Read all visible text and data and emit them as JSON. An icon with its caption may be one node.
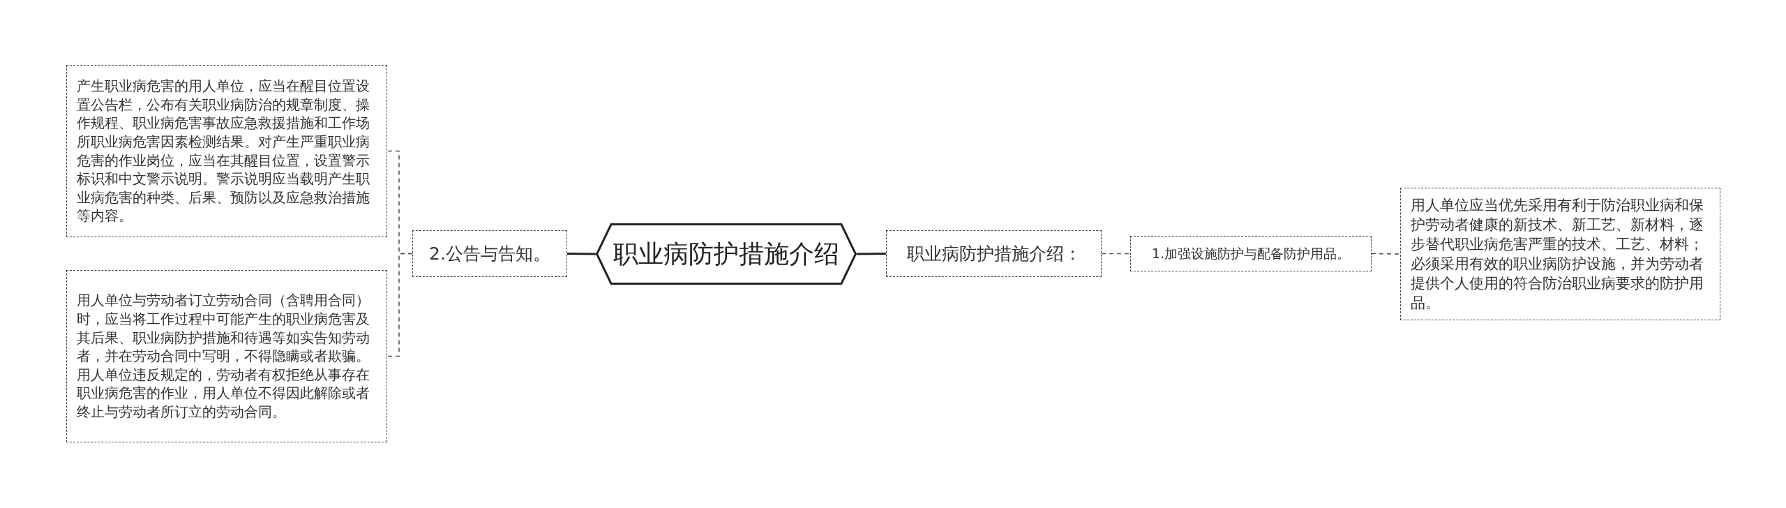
{
  "diagram": {
    "nodes": [
      {
        "text": [
          "职业病防护措施介绍"
        ]
      },
      {
        "text": [
          "2.公告与告知。"
        ]
      },
      {
        "text": [
          "产生职业病危害的用人单位，应当在醒目位置设置公告栏，公布有关职业病防治的规章制度、操作规程、职业病危害事故应急救援措施和工作场所职业病危害因素检测结果。对产生严重职业病危害的作业岗位，应当在其醒目位置，设置警示标识和中文警示说明。警示说明应当载明产生职业病危害的种类、后果、预防以及应急救治措施等内容。"
        ]
      },
      {
        "text": [
          "用人单位与劳动者订立劳动合同（含聘用合同）时，应当将工作过程中可能产生的职业病危害及其后果、职业病防护措施和待遇等如实告知劳动者，并在劳动合同中写明，不得隐瞒或者欺骗。用人单位违反规定的，劳动者有权拒绝从事存在职业病危害的作业，用人单位不得因此解除或者终止与劳动者所订立的劳动合同。"
        ]
      },
      {
        "text": [
          "职业病防护措施介绍："
        ]
      },
      {
        "text": [
          "1.加强设施防护与配备防护用品。"
        ]
      },
      {
        "text": [
          "用人单位应当优先采用有利于防治职业病和保护劳动者健康的新技术、新工艺、新材料，逐步替代职业病危害严重的技术、工艺、材料；必须采用有效的职业病防护设施，并为劳动者提供个人使用的符合防治职业病要求的防护用品。"
        ]
      }
    ],
    "edges": [
      {
        "from": 0,
        "to": 1,
        "arrow": "none"
      },
      {
        "from": 1,
        "to": 2,
        "arrow": "none",
        "style": "dashed"
      },
      {
        "from": 1,
        "to": 3,
        "arrow": "none",
        "style": "dashed"
      },
      {
        "from": 0,
        "to": 4,
        "arrow": "none"
      },
      {
        "from": 4,
        "to": 5,
        "arrow": "none",
        "style": "dashed"
      },
      {
        "from": 5,
        "to": 6,
        "arrow": "none",
        "style": "dashed"
      }
    ]
  }
}
